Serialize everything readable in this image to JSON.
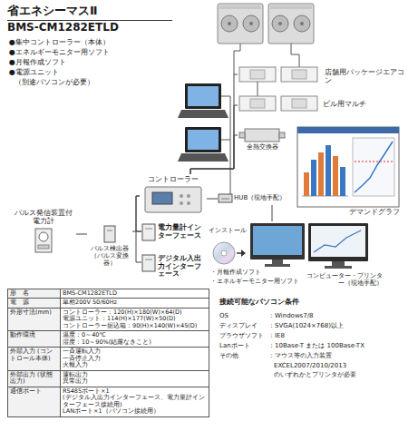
{
  "diagram": {
    "title": "省エネシーマスⅡ",
    "nodes": [
      {
        "text": [
          "店舗用パッケージエアコン"
        ]
      },
      {
        "text": [
          "ビル用マルチ"
        ]
      },
      {
        "text": [
          "全熱交換器"
        ]
      },
      {
        "text": [
          "デマンドグラフ"
        ]
      },
      {
        "text": [
          "コントローラー"
        ]
      },
      {
        "text": [
          "HUB（現地手配）"
        ]
      },
      {
        "text": [
          "パルス発信装置付電力計"
        ]
      },
      {
        "text": [
          "パルス検出器（パルス変換器）"
        ]
      },
      {
        "text": [
          "電力量計インターフェース"
        ]
      },
      {
        "text": [
          "デジタル入出力インターフェース"
        ]
      },
      {
        "text": [
          "コンピューター・プリンター（現地手配）"
        ]
      }
    ],
    "edges": [
      {
        "from": 6,
        "to": 7,
        "arrow": "none"
      },
      {
        "from": 7,
        "to": 8,
        "arrow": "none"
      },
      {
        "from": 8,
        "to": 4,
        "arrow": "none"
      },
      {
        "from": 9,
        "to": 4,
        "arrow": "none"
      },
      {
        "from": 4,
        "to": 0,
        "arrow": "none"
      },
      {
        "from": 4,
        "to": 1,
        "arrow": "none"
      },
      {
        "from": 4,
        "to": 2,
        "arrow": "none"
      },
      {
        "from": 4,
        "to": 5,
        "arrow": "none"
      },
      {
        "from": 5,
        "to": 10,
        "arrow": "none"
      }
    ],
    "labels": [
      "BMS-CM1282ETLD",
      "●集中コントローラー（本体）",
      "●エネルギーモニター用ソフト",
      "●月報作成ソフト",
      "●電源ユニット",
      "（別途パソコンが必要）",
      "インストール",
      "・月報作成ソフト",
      "・エネルギーモニター用ソフト",
      "形　名",
      "BMS-CM1282ETLD",
      "電　源",
      "単相200V 50/60Hz",
      "外形寸法(mm)",
      "コントローラー：120(H)×180(W)×64(D)",
      "電源ユニット：114(H)×177(W)×50(D)",
      "コントローラー据込箱：90(H)×140(W)×45(D)",
      "動作環境",
      "温度：0～40℃",
      "湿度：10～90%(結露なきこと)",
      "外部入力 (コントロール本体)",
      "一斉運転入力",
      "一斉停止入力",
      "火報入力",
      "外部出力 (状態出力)",
      "運転出力",
      "異常出力",
      "通信ポート",
      "RS485ポート×1",
      "(デジタル入出力インターフェース、電力量計インターフェース接続用)",
      "LANポート×1（パソコン接続用）",
      "接続可能なパソコン条件",
      "OS",
      "：Windows7/8",
      "ディスプレイ",
      "：SVGA(1024×768)以上",
      "ブラウザソフト",
      "：IE8",
      "Lanポート",
      "：10Base-T または 100Base-TX",
      "その他",
      "：マウス等の入力装置",
      "EXCEL2007/2010/2013",
      "のいずれかとプリンタが必要"
    ]
  }
}
